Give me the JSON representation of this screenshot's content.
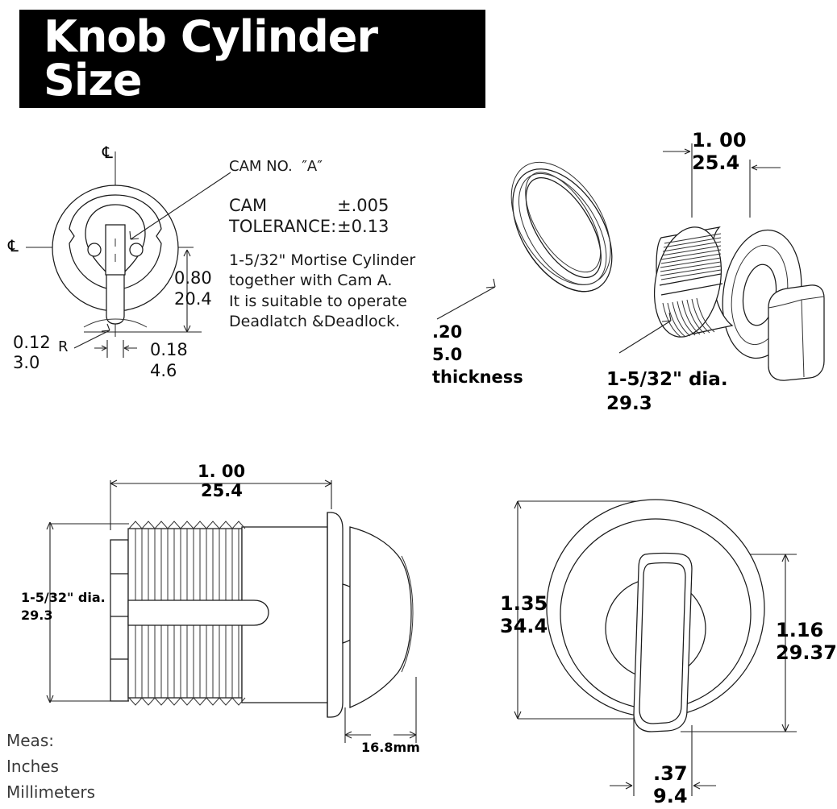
{
  "title": "Knob Cylinder Size",
  "cam_view": {
    "centerline_symbol": "℄",
    "callout_cam_no": "CAM NO.  ″A″",
    "tolerance_line1_label": "CAM",
    "tolerance_line1_value": "±.005",
    "tolerance_line2_label": "TOLERANCE:",
    "tolerance_line2_value": "±0.13",
    "description": "1-5/32\" Mortise Cylinder\ntogether with Cam A.\nIt is suitable to operate\nDeadlatch &Deadlock.",
    "dim_height_in": "0.80",
    "dim_height_mm": "20.4",
    "dim_radius_in": "0.12",
    "dim_radius_suffix": "R",
    "dim_radius_mm": "3.0",
    "dim_width_in": "0.18",
    "dim_width_mm": "4.6"
  },
  "ring_view": {
    "thickness_in": ".20",
    "thickness_mm": "5.0",
    "thickness_label": "thickness"
  },
  "iso_knob_view": {
    "dim_length_in": "1. 00",
    "dim_length_mm": "25.4",
    "dia_label": "1-5/32\" dia.",
    "dia_mm": "29.3"
  },
  "side_view": {
    "dim_length_in": "1. 00",
    "dim_length_mm": "25.4",
    "dia_label": "1-5/32\" dia.",
    "dia_mm": "29.3",
    "knob_projection": "16.8mm"
  },
  "front_view": {
    "dim_outer_in": "1.35",
    "dim_outer_mm": "34.4",
    "dim_inner_in": "1.16",
    "dim_inner_mm": "29.37",
    "dim_turn_in": ".37",
    "dim_turn_mm": "9.4"
  },
  "legend": {
    "line1": "Meas:",
    "line2": "Inches",
    "line3": "Millimeters"
  },
  "colors": {
    "banner_bg": "#000000",
    "banner_text": "#ffffff",
    "line": "#1a1a1a",
    "legend_text": "#3a3a3a"
  }
}
